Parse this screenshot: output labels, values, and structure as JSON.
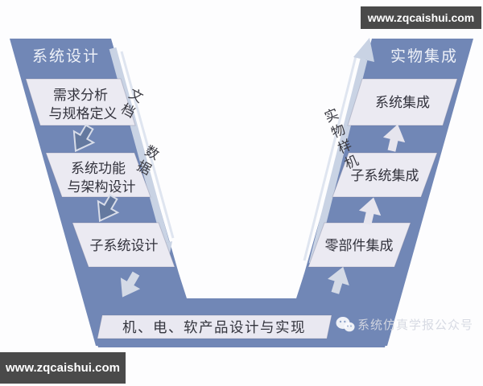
{
  "banners": {
    "top_right": "www.zqcaishui.com",
    "bottom_left": "www.zqcaishui.com"
  },
  "diagram": {
    "left": {
      "title": "系统设计",
      "boxes": [
        {
          "line1": "需求分析",
          "line2": "与规格定义"
        },
        {
          "line1": "系统功能",
          "line2": "与架构设计"
        },
        {
          "line1": "子系统设计"
        }
      ]
    },
    "right": {
      "title": "实物集成",
      "boxes": [
        {
          "label": "系统集成"
        },
        {
          "label": "子系统集成"
        },
        {
          "label": "零部件集成"
        }
      ]
    },
    "flow": {
      "left_label_1": "文档",
      "left_label_2": "数据",
      "right_label": "实物样机"
    },
    "bottom": {
      "label": "机、电、软产品设计与实现"
    },
    "watermark": {
      "text": "系统仿真学报公众号"
    }
  },
  "colors": {
    "band_blue": "#7187b6",
    "box_fill": "#ebeaf2",
    "light_arrow": "#ccd6e6",
    "dark_arrow": "#64799f",
    "banner_bg": "#4a4a4a",
    "watermark_text": "#d5d8e2"
  }
}
